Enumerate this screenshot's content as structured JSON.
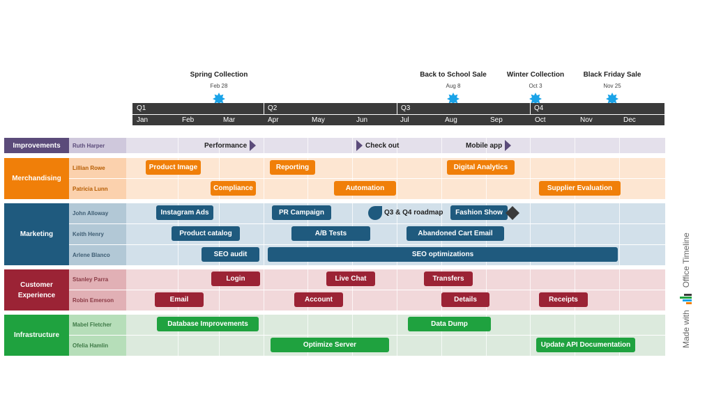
{
  "milestones": [
    {
      "title": "Spring Collection",
      "date": "Feb 28"
    },
    {
      "title": "Back to School Sale",
      "date": "Aug 8"
    },
    {
      "title": "Winter Collection",
      "date": "Oct 3"
    },
    {
      "title": "Black Friday Sale",
      "date": "Nov 25"
    }
  ],
  "quarters": [
    "Q1",
    "Q2",
    "Q3",
    "Q4"
  ],
  "months": [
    "Jan",
    "Feb",
    "Mar",
    "Apr",
    "May",
    "Jun",
    "Jul",
    "Aug",
    "Sep",
    "Oct",
    "Nov",
    "Dec"
  ],
  "colors": {
    "improvements": "#5b4b7a",
    "merchandising": "#f07f09",
    "marketing": "#1f5a7e",
    "customer": "#9b2335",
    "infrastructure": "#1fa23f",
    "dark": "#3a3a3a",
    "milestone": "#1aa3e8"
  },
  "groups": {
    "improvements": {
      "label": "Improvements",
      "rows": [
        "Ruth Harper"
      ],
      "markers": [
        {
          "label": "Performance"
        },
        {
          "label": "Check out"
        },
        {
          "label": "Mobile app"
        }
      ]
    },
    "merchandising": {
      "label": "Merchandising",
      "rows": [
        "Lillian Rowe",
        "Patricia Lunn"
      ],
      "tasks": [
        "Product Image",
        "Reporting",
        "Digital Analytics",
        "Compliance",
        "Automation",
        "Supplier Evaluation"
      ]
    },
    "marketing": {
      "label": "Marketing",
      "rows": [
        "John Alloway",
        "Keith Henry",
        "Arlene Blanco"
      ],
      "tasks": [
        "Instagram Ads",
        "PR Campaign",
        "Fashion Show",
        "Product catalog",
        "A/B Tests",
        "Abandoned Cart Email",
        "SEO audit",
        "SEO optimizations"
      ],
      "roadmap": "Q3 & Q4 roadmap"
    },
    "customer": {
      "label": "Customer Experience",
      "rows": [
        "Stanley Parra",
        "Robin Emerson"
      ],
      "tasks": [
        "Login",
        "Live Chat",
        "Transfers",
        "Email",
        "Account",
        "Details",
        "Receipts"
      ]
    },
    "infrastructure": {
      "label": "Infrastructure",
      "rows": [
        "Mabel Fletcher",
        "Ofelia Hamlin"
      ],
      "tasks": [
        "Database Improvements",
        "Data Dump",
        "Optimize Server",
        "Update API Documentation"
      ]
    }
  },
  "branding": {
    "prefix": "Made with",
    "name": "Office Timeline"
  }
}
